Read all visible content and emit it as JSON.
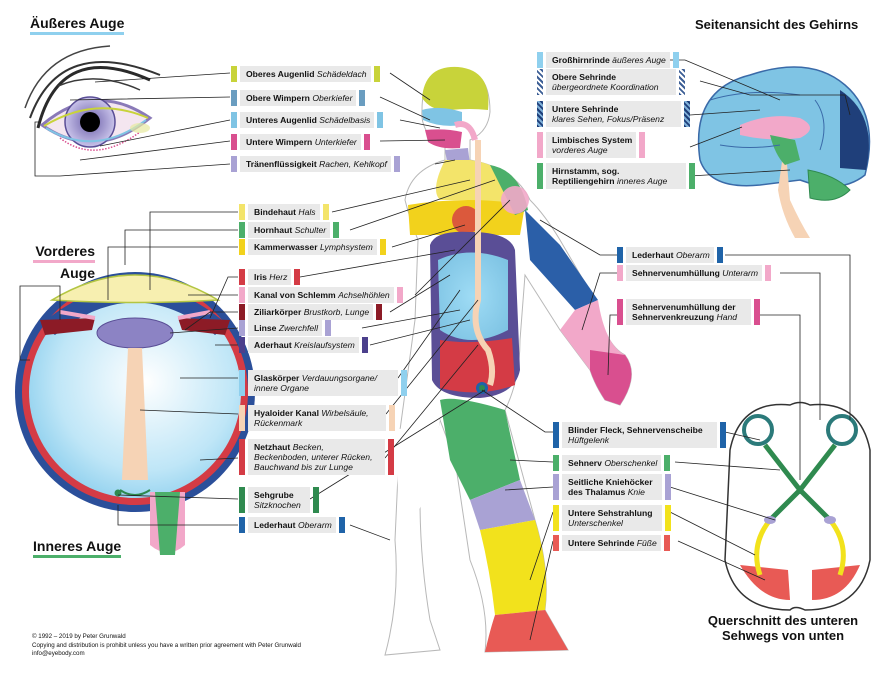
{
  "titles": {
    "outer_eye": "Äußeres Auge",
    "front_eye_line1": "Vorderes",
    "front_eye_line2": "Auge",
    "inner_eye": "Inneres Auge",
    "brain_side": "Seitenansicht des Gehirns",
    "cross_line1": "Querschnitt des unteren",
    "cross_line2": "Sehwegs von unten"
  },
  "labels": {
    "oberes_augenlid": {
      "name": "Oberes Augenlid",
      "organ": "Schädeldach",
      "color": "#c8d33a"
    },
    "obere_wimpern": {
      "name": "Obere Wimpern",
      "organ": "Oberkiefer",
      "color": "#6a9dc0"
    },
    "unteres_augenlid": {
      "name": "Unteres Augenlid",
      "organ": "Schädelbasis",
      "color": "#7fc4e4"
    },
    "untere_wimpern": {
      "name": "Untere Wimpern",
      "organ": "Unterkiefer",
      "color": "#d94f8f"
    },
    "traenen": {
      "name": "Tränenflüssigkeit",
      "organ": "Rachen, Kehlkopf",
      "color": "#a9a2d4"
    },
    "bindehaut": {
      "name": "Bindehaut",
      "organ": "Hals",
      "color": "#f3e46a"
    },
    "hornhaut": {
      "name": "Hornhaut",
      "organ": "Schulter",
      "color": "#4caf6a"
    },
    "kammerwasser": {
      "name": "Kammerwasser",
      "organ": "Lymphsystem",
      "color": "#f2d21c"
    },
    "iris": {
      "name": "Iris",
      "organ": "Herz",
      "color": "#d43b45"
    },
    "schlemm": {
      "name": "Kanal von Schlemm",
      "organ": "Achselhöhlen",
      "color": "#f2a8c9"
    },
    "ziliar": {
      "name": "Ziliarkörper",
      "organ": "Brustkorb, Lunge",
      "color": "#8c1b26"
    },
    "linse": {
      "name": "Linse",
      "organ": "Zwerchfell",
      "color": "#a9a2d4"
    },
    "aderhaut": {
      "name": "Aderhaut",
      "organ": "Kreislaufsystem",
      "color": "#4b3f8c"
    },
    "glaskoerper": {
      "name": "Glaskörper",
      "organ_l1": "Verdauungsorgane/",
      "organ_l2": "innere Organe",
      "color": "#8fd0ee"
    },
    "hyaloid": {
      "name": "Hyaloider Kanal",
      "organ_l1": "Wirbelsäule,",
      "organ_l2": "Rückenmark",
      "color": "#f6d3b5"
    },
    "netzhaut": {
      "name": "Netzhaut",
      "organ_l1": "Becken,",
      "organ_l2": "Beckenboden, unterer Rücken,",
      "organ_l3": "Bauchwand bis zur Lunge",
      "color": "#d43b45"
    },
    "sehgrube": {
      "name": "Sehgrube",
      "organ": "Sitzknochen",
      "color": "#2f8a4f"
    },
    "lederhaut_eye": {
      "name": "Lederhaut",
      "organ": "Oberarm",
      "color": "#1f63a8"
    },
    "grosshirn": {
      "name": "Großhirnrinde",
      "organ": "äußeres Auge",
      "color": "#8fd0ee"
    },
    "obere_sehrinde": {
      "name": "Obere Sehrinde",
      "organ": "übergeordnete Koordination",
      "color": "#3d5f96"
    },
    "untere_sehrinde_b": {
      "name": "Untere Sehrinde",
      "organ": "klares Sehen, Fokus/Präsenz",
      "color": "#3d5f96"
    },
    "limbisch": {
      "name": "Limbisches System",
      "organ": "vorderes Auge",
      "color": "#f2a8c9"
    },
    "hirnstamm": {
      "name_l1": "Hirnstamm, sog.",
      "name_l2": "Reptiliengehirn",
      "organ": "inneres Auge",
      "color": "#4caf6a"
    },
    "lederhaut_arm": {
      "name": "Lederhaut",
      "organ": "Oberarm",
      "color": "#1f63a8"
    },
    "sehnerv_hull": {
      "name": "Sehnervenumhüllung",
      "organ": "Unterarm",
      "color": "#f2a8c9"
    },
    "sehnerv_kreuz": {
      "name_l1": "Sehnervenumhüllung der",
      "name_l2": "Sehnervenkreuzung",
      "organ": "Hand",
      "color": "#d94f8f"
    },
    "blinder_fleck": {
      "name": "Blinder Fleck, Sehnervenscheibe",
      "organ": "Hüftgelenk",
      "color": "#1f63a8"
    },
    "sehnerv": {
      "name": "Sehnerv",
      "organ": "Oberschenkel",
      "color": "#4caf6a"
    },
    "kniehoecker": {
      "name_l1": "Seitliche Kniehöcker",
      "name_l2": "des Thalamus",
      "organ": "Knie",
      "color": "#a9a2d4"
    },
    "untere_sehstrahlung": {
      "name": "Untere Sehstrahlung",
      "organ": "Unterschenkel",
      "color": "#f2e21c"
    },
    "untere_sehrinde": {
      "name": "Untere Sehrinde",
      "organ": "Füße",
      "color": "#e85a55"
    }
  },
  "copyright": {
    "line1": "© 1992 – 2019 by Peter Grunwald",
    "line2": "Copying and distribution is prohibit unless you have a written prior agreement with Peter Grunwald",
    "line3": "info@eyebody.com"
  }
}
